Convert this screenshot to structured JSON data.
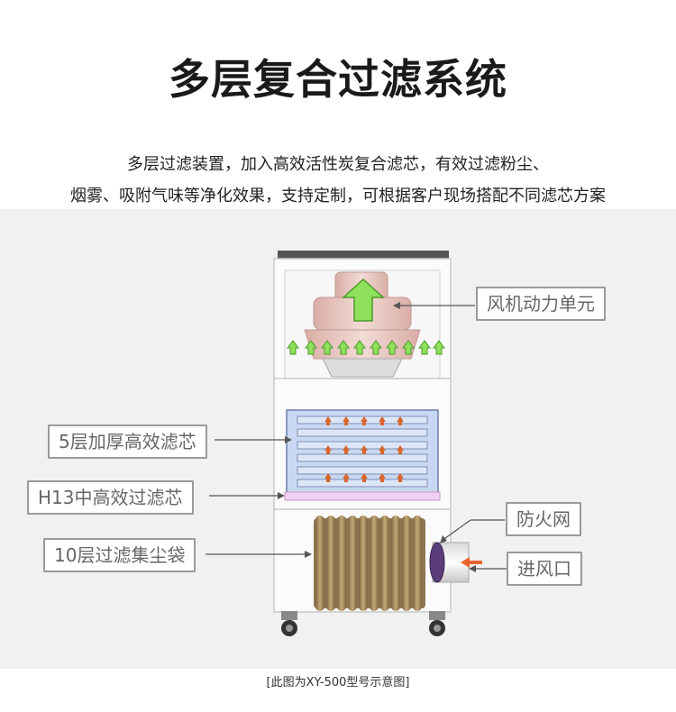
{
  "title": "多层复合过滤系统",
  "subtitle_line1": "多层过滤装置，加入高效活性炭复合滤芯，有效过滤粉尘、",
  "subtitle_line2": "烟雾、吸附气味等净化效果，支持定制，可根据客户现场搭配不同滤芯方案",
  "labels": {
    "fan_unit": "风机动力单元",
    "layer5_filter": "5层加厚高效滤芯",
    "h13_filter": "H13中高效过滤芯",
    "bag_filter": "10层过滤集尘袋",
    "fire_net": "防火网",
    "air_inlet": "进风口"
  },
  "caption": "[此图为XY-500型号示意图]",
  "colors": {
    "airflow_arrow": "#8fe05a",
    "filter_blue": "#c9d8f2",
    "h13_pink": "#f1d0f3",
    "bag_brown": "#a58a5e",
    "inlet_arrow": "#e8632b",
    "fan_pink": "#e8c6c0"
  }
}
